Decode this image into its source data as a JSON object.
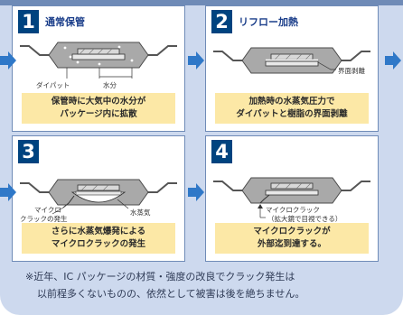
{
  "steps": [
    {
      "num": "1",
      "title": "通常保管",
      "labels": [
        "ダイパット",
        "水分"
      ],
      "caption": [
        "保管時に大気中の水分が",
        "パッケージ内に拡散"
      ]
    },
    {
      "num": "2",
      "title": "リフロー加熱",
      "labels": [
        "界面剥離"
      ],
      "caption": [
        "加熱時の水蒸気圧力で",
        "ダイパットと樹脂の界面剥離"
      ]
    },
    {
      "num": "3",
      "title": "",
      "labels": [
        "マイクロ",
        "クラックの発生",
        "水蒸気"
      ],
      "caption": [
        "さらに水蒸気爆発による",
        "マイクロクラックの発生"
      ]
    },
    {
      "num": "4",
      "title": "",
      "labels": [
        "マイクロクラック",
        "（拡大鏡で目視できる）"
      ],
      "caption": [
        "マイクロクラックが",
        "外部迄到達する。"
      ]
    }
  ],
  "note": {
    "line1": "※近年、IC パッケージの材質・強度の改良でクラック発生は",
    "line2": "以前程多くないものの、依然として被害は後を絶ちません。"
  },
  "colors": {
    "number_box": "#00437f",
    "caption_bg": "#fce8a6",
    "arrow": "#2f78c8",
    "background": "#cdd9ee"
  }
}
